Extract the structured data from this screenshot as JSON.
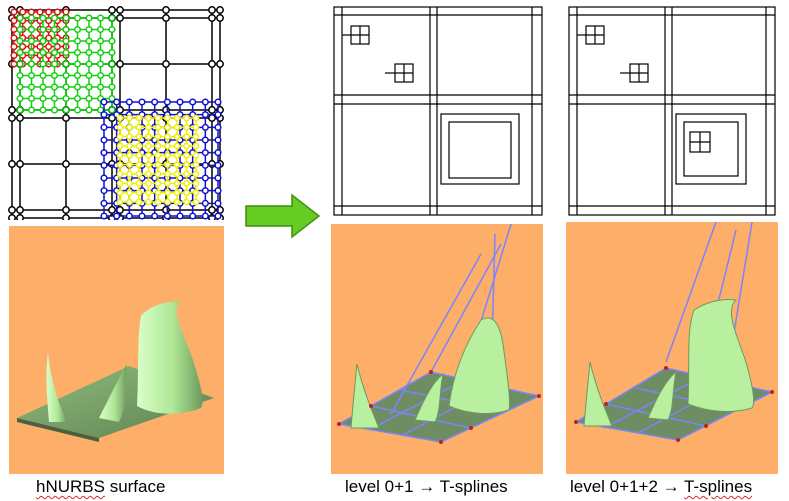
{
  "captions": {
    "left": {
      "word": "hNURBS",
      "rest": " surface"
    },
    "middle": {
      "text": "level 0+1 → T-splines"
    },
    "right": {
      "prefix": "level 0+1+2 → ",
      "word": "T-splines"
    }
  },
  "icons": {
    "arrow": "right-arrow-icon"
  },
  "colors": {
    "level0": "#000000",
    "level1_red": "#e01010",
    "level1_green": "#10d010",
    "level1_blue": "#1010d0",
    "level2_yellow": "#f0f000",
    "background_render": "#fdaf6a",
    "surface": "#b8f0a0",
    "arrow": "#66cc22"
  }
}
